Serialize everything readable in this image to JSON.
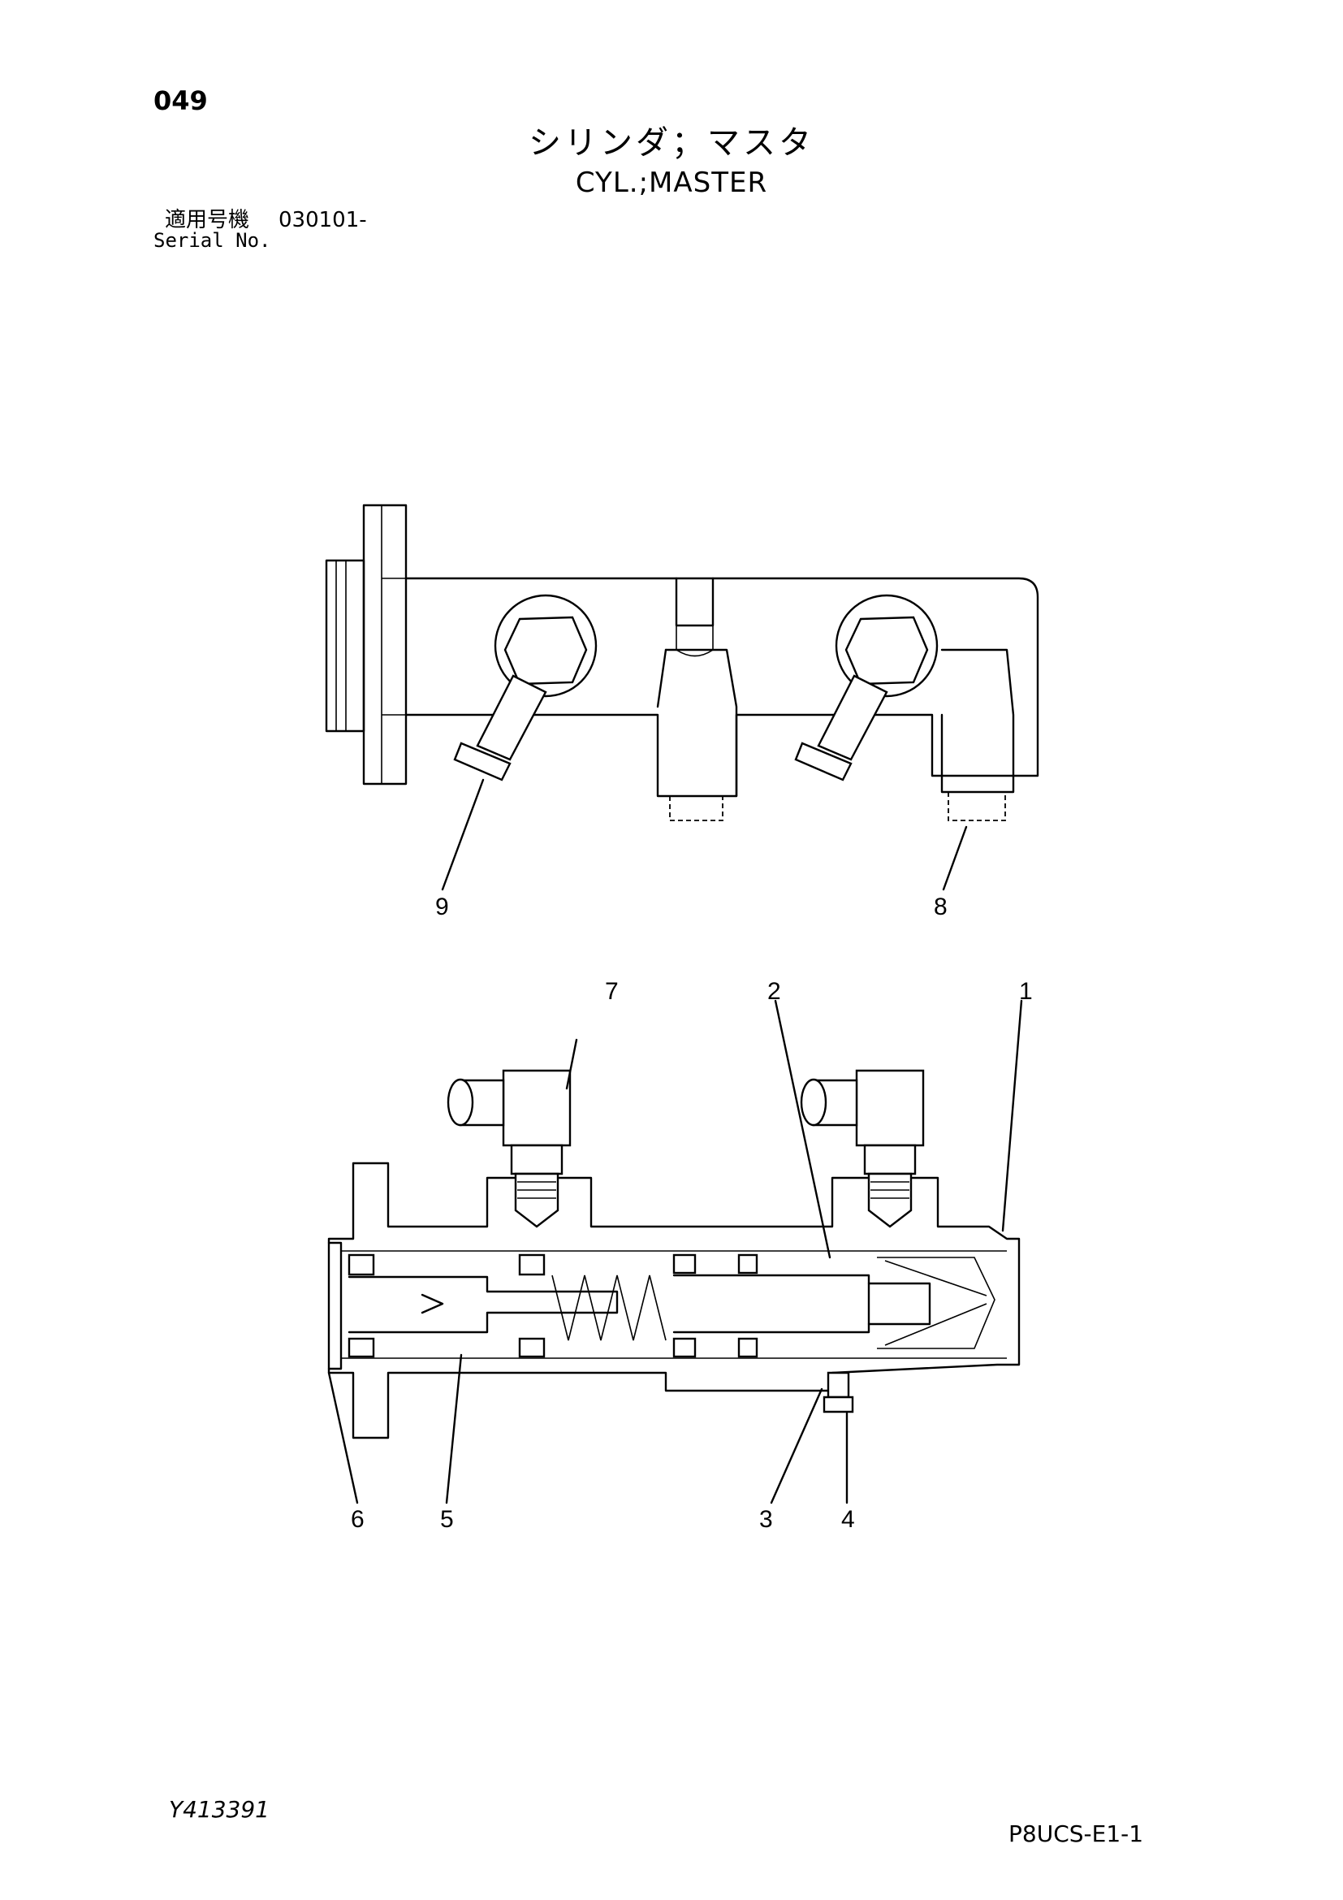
{
  "header": {
    "page_number": "049",
    "title_jp": "シリンダ；マスタ",
    "title_en": "CYL.;MASTER",
    "serial_label_jp": "適用号機",
    "serial_value": "030101-",
    "serial_label_en": "Serial No."
  },
  "diagram": {
    "callouts": [
      "1",
      "2",
      "3",
      "4",
      "5",
      "6",
      "7",
      "8",
      "9"
    ]
  },
  "footer": {
    "drawing_number": "Y413391",
    "sheet_code": "P8UCS-E1-1"
  }
}
